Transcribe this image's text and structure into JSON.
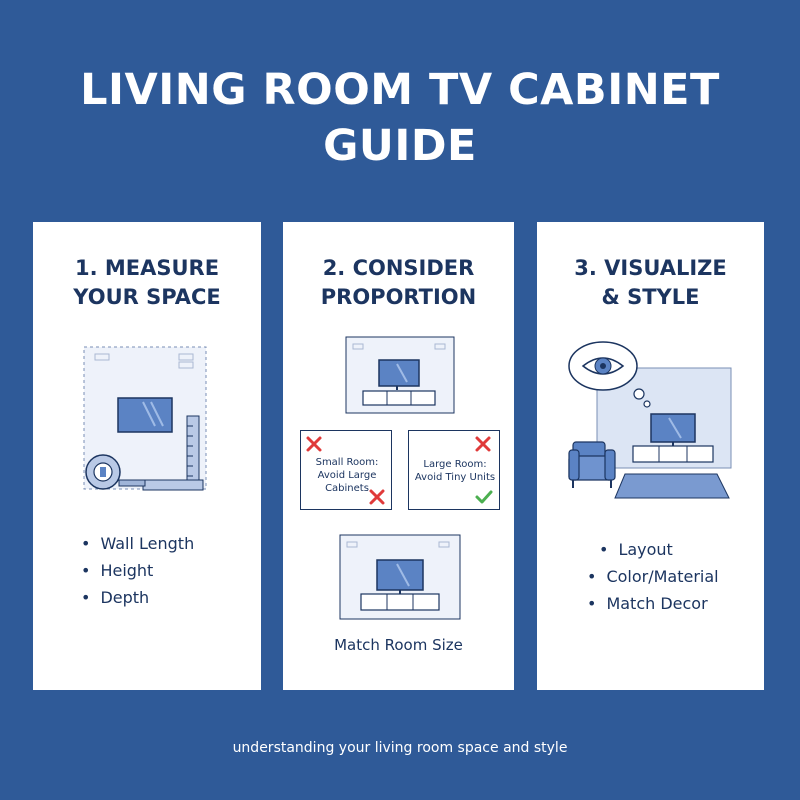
{
  "title": {
    "line1": "LIVING ROOM TV CABINET",
    "line2": "GUIDE"
  },
  "cards": [
    {
      "heading_line1": "1. MEASURE",
      "heading_line2": "YOUR SPACE",
      "bullets": [
        "Wall Length",
        "Height",
        "Depth"
      ]
    },
    {
      "heading_line1": "2. CONSIDER",
      "heading_line2": "PROPORTION",
      "small_room": {
        "line1": "Small Room:",
        "line2": "Avoid Large",
        "line3": "Cabinets"
      },
      "large_room": {
        "line1": "Large Room:",
        "line2": "Avoid Tiny Units"
      },
      "caption": "Match Room Size"
    },
    {
      "heading_line1": "3. VISUALIZE",
      "heading_line2": "& STYLE",
      "bullets": [
        "Layout",
        "Color/Material",
        "Match Decor"
      ]
    }
  ],
  "footer": "understanding your living room space and style",
  "colors": {
    "background": "#2f5a98",
    "ink": "#1c3560",
    "accent_blue": "#5b83c4",
    "wrong": "#e03a3a",
    "right": "#4caf50"
  },
  "icons": [
    "tape-measure-icon",
    "ruler-icon",
    "tv-icon",
    "cross-icon",
    "check-icon",
    "eye-icon",
    "sofa-icon",
    "rug-icon"
  ]
}
